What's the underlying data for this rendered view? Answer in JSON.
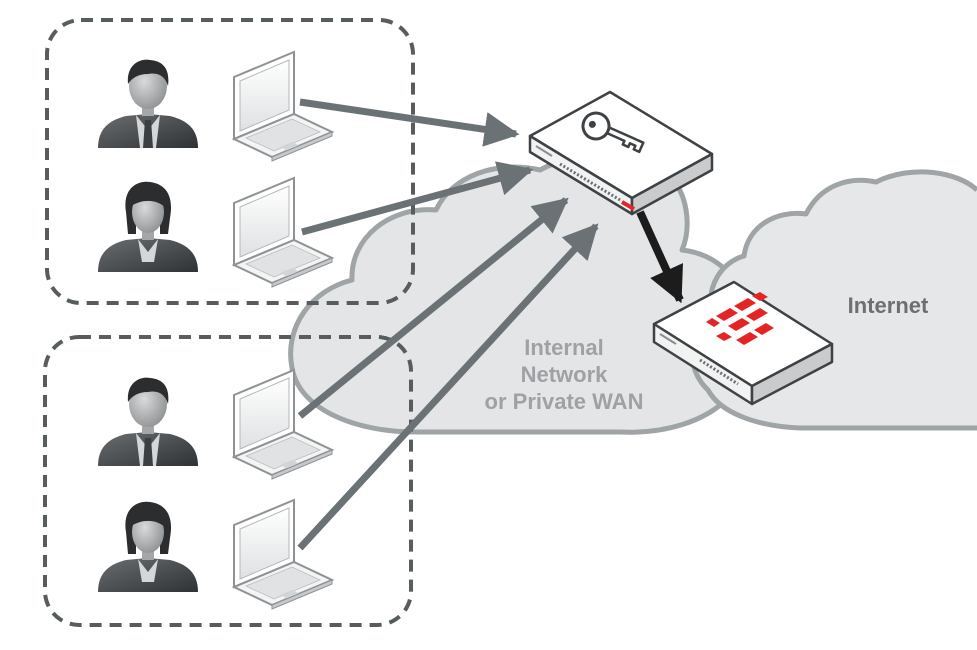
{
  "clouds": {
    "internal": {
      "label_lines": [
        "Internal",
        "Network",
        "or Private WAN"
      ]
    },
    "internet": {
      "label": "Internet"
    }
  },
  "user_groups": [
    {
      "users": [
        {
          "icon": "male-user-icon"
        },
        {
          "icon": "female-user-icon"
        }
      ]
    },
    {
      "users": [
        {
          "icon": "male-user-icon"
        },
        {
          "icon": "female-user-icon"
        }
      ]
    }
  ],
  "devices": {
    "authenticator": {
      "icon": "key-icon"
    },
    "firewall": {
      "icon": "fortinet-logo-icon",
      "logo_color": "#e42526"
    }
  },
  "colors": {
    "arrow": "#6a7276",
    "cloud_fill": "#e4e5e6",
    "cloud_stroke": "#9fa4a7",
    "dash": "#575c5f"
  }
}
